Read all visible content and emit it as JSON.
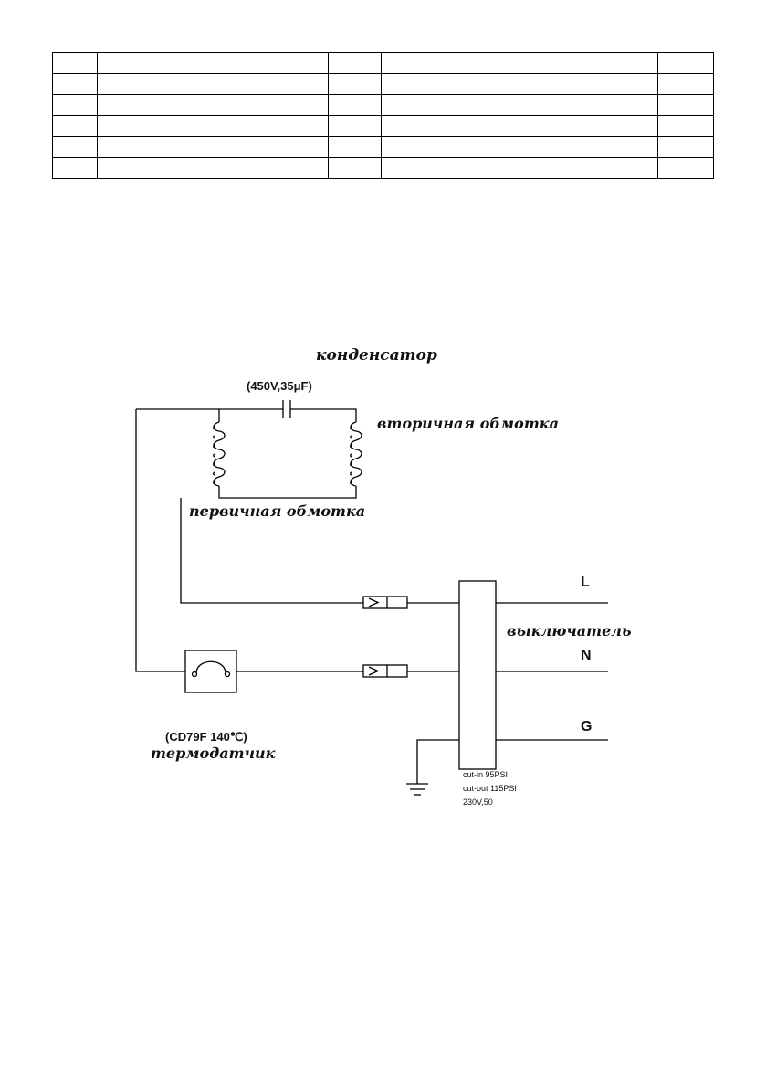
{
  "table": {
    "rows": [
      [
        "",
        "",
        "",
        "",
        "",
        ""
      ],
      [
        "",
        "",
        "",
        "",
        "",
        ""
      ],
      [
        "",
        "",
        "",
        "",
        "",
        ""
      ],
      [
        "",
        "",
        "",
        "",
        "",
        ""
      ],
      [
        "",
        "",
        "",
        "",
        "",
        ""
      ],
      [
        "",
        "",
        "",
        "",
        "",
        ""
      ]
    ]
  },
  "diagram": {
    "capacitor_title": "конденсатор",
    "capacitor_rating": "(450V,35μF)",
    "secondary_winding": "вторичная обмотка",
    "primary_winding": "первичная обмотка",
    "switch_label": "выключатель",
    "terminal_l": "L",
    "terminal_n": "N",
    "terminal_g": "G",
    "thermo_model": "(CD79F 140℃)",
    "thermo_label": "термодатчик",
    "switch_spec": [
      "cut-in 95PSI",
      "cut-out 115PSI",
      "230V,50"
    ],
    "icons": [
      "capacitor-icon",
      "coil-icon",
      "connector-icon",
      "thermostat-icon",
      "ground-icon"
    ]
  }
}
